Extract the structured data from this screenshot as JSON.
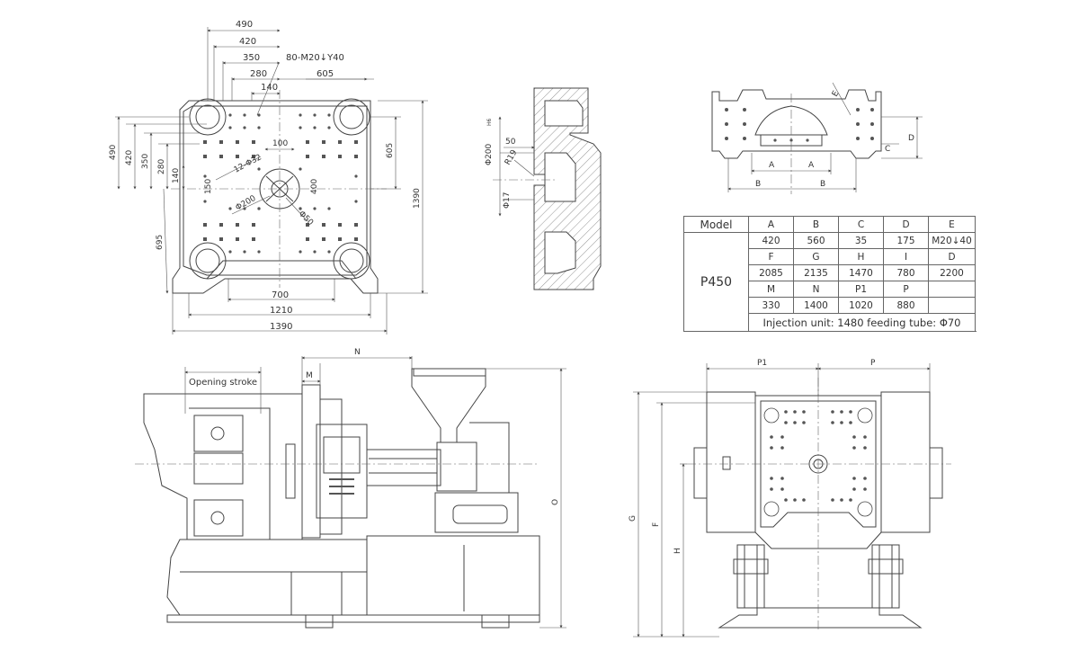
{
  "platen_top": {
    "dims_top": [
      "490",
      "420",
      "350",
      "280",
      "140"
    ],
    "dim_605_h": "605",
    "callout_bolt": "80-M20↓Υ40",
    "dims_left": [
      "490",
      "420",
      "350",
      "280",
      "140"
    ],
    "dim_605_v": "605",
    "dim_1390_v": "1390",
    "dim_695": "695",
    "dim_100": "100",
    "callout_12": "12-Φ32",
    "dim_150": "150",
    "dim_400": "400",
    "callout_200": "Φ200",
    "callout_50": "Φ50",
    "dim_700": "700",
    "dim_1210": "1210",
    "dim_1390_h": "1390"
  },
  "section_view": {
    "dia_label": "Φ200",
    "dia_tol": "H6",
    "dim_50": "50",
    "r_label": "R19",
    "dia_small": "Φ17"
  },
  "top_view": {
    "label_a": "A",
    "label_b": "B",
    "label_c": "C",
    "label_d": "D",
    "label_e": "E"
  },
  "side_view": {
    "dim_m": "M",
    "dim_n": "N",
    "opening_stroke": "Opening stroke",
    "dim_o": "O"
  },
  "front_view": {
    "dim_p1": "P1",
    "dim_p": "P",
    "dim_g": "G",
    "dim_f": "F",
    "dim_h": "H"
  },
  "table": {
    "model_header": "Model",
    "model_value": "P450",
    "row1_labels": [
      "A",
      "B",
      "C",
      "D",
      "E"
    ],
    "row1_values": [
      "420",
      "560",
      "35",
      "175",
      "M20↓40"
    ],
    "row2_labels": [
      "F",
      "G",
      "H",
      "I",
      "D"
    ],
    "row2_values": [
      "2085",
      "2135",
      "1470",
      "780",
      "2200"
    ],
    "row3_labels": [
      "M",
      "N",
      "P1",
      "P"
    ],
    "row3_values": [
      "330",
      "1400",
      "1020",
      "880"
    ],
    "footer": "Injection unit: 1480  feeding tube: Φ70"
  }
}
